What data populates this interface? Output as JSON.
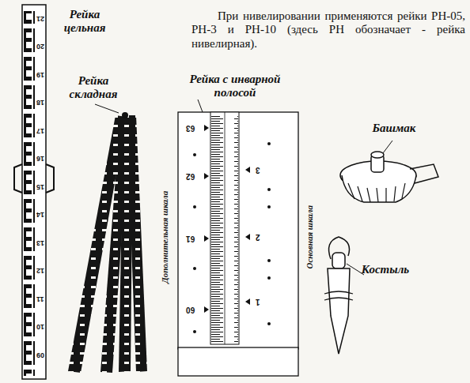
{
  "diagram": {
    "labels": [
      "При нивелировании применяются рейки РН-05, РН-3 и РН-10 (здесь РН обозначает - рейка нивелирная).",
      "Рейка цельная",
      "Рейка складная",
      "Рейка с инварной полосой",
      "Дополнительная шкала",
      "Основная шкала",
      "63",
      "62",
      "61",
      "60",
      "3",
      "2",
      "1",
      "Башмак",
      "Костыль",
      "21",
      "20",
      "19",
      "18",
      "17",
      "16",
      "15",
      "14",
      "13",
      "12",
      "11",
      "10",
      "09"
    ]
  }
}
